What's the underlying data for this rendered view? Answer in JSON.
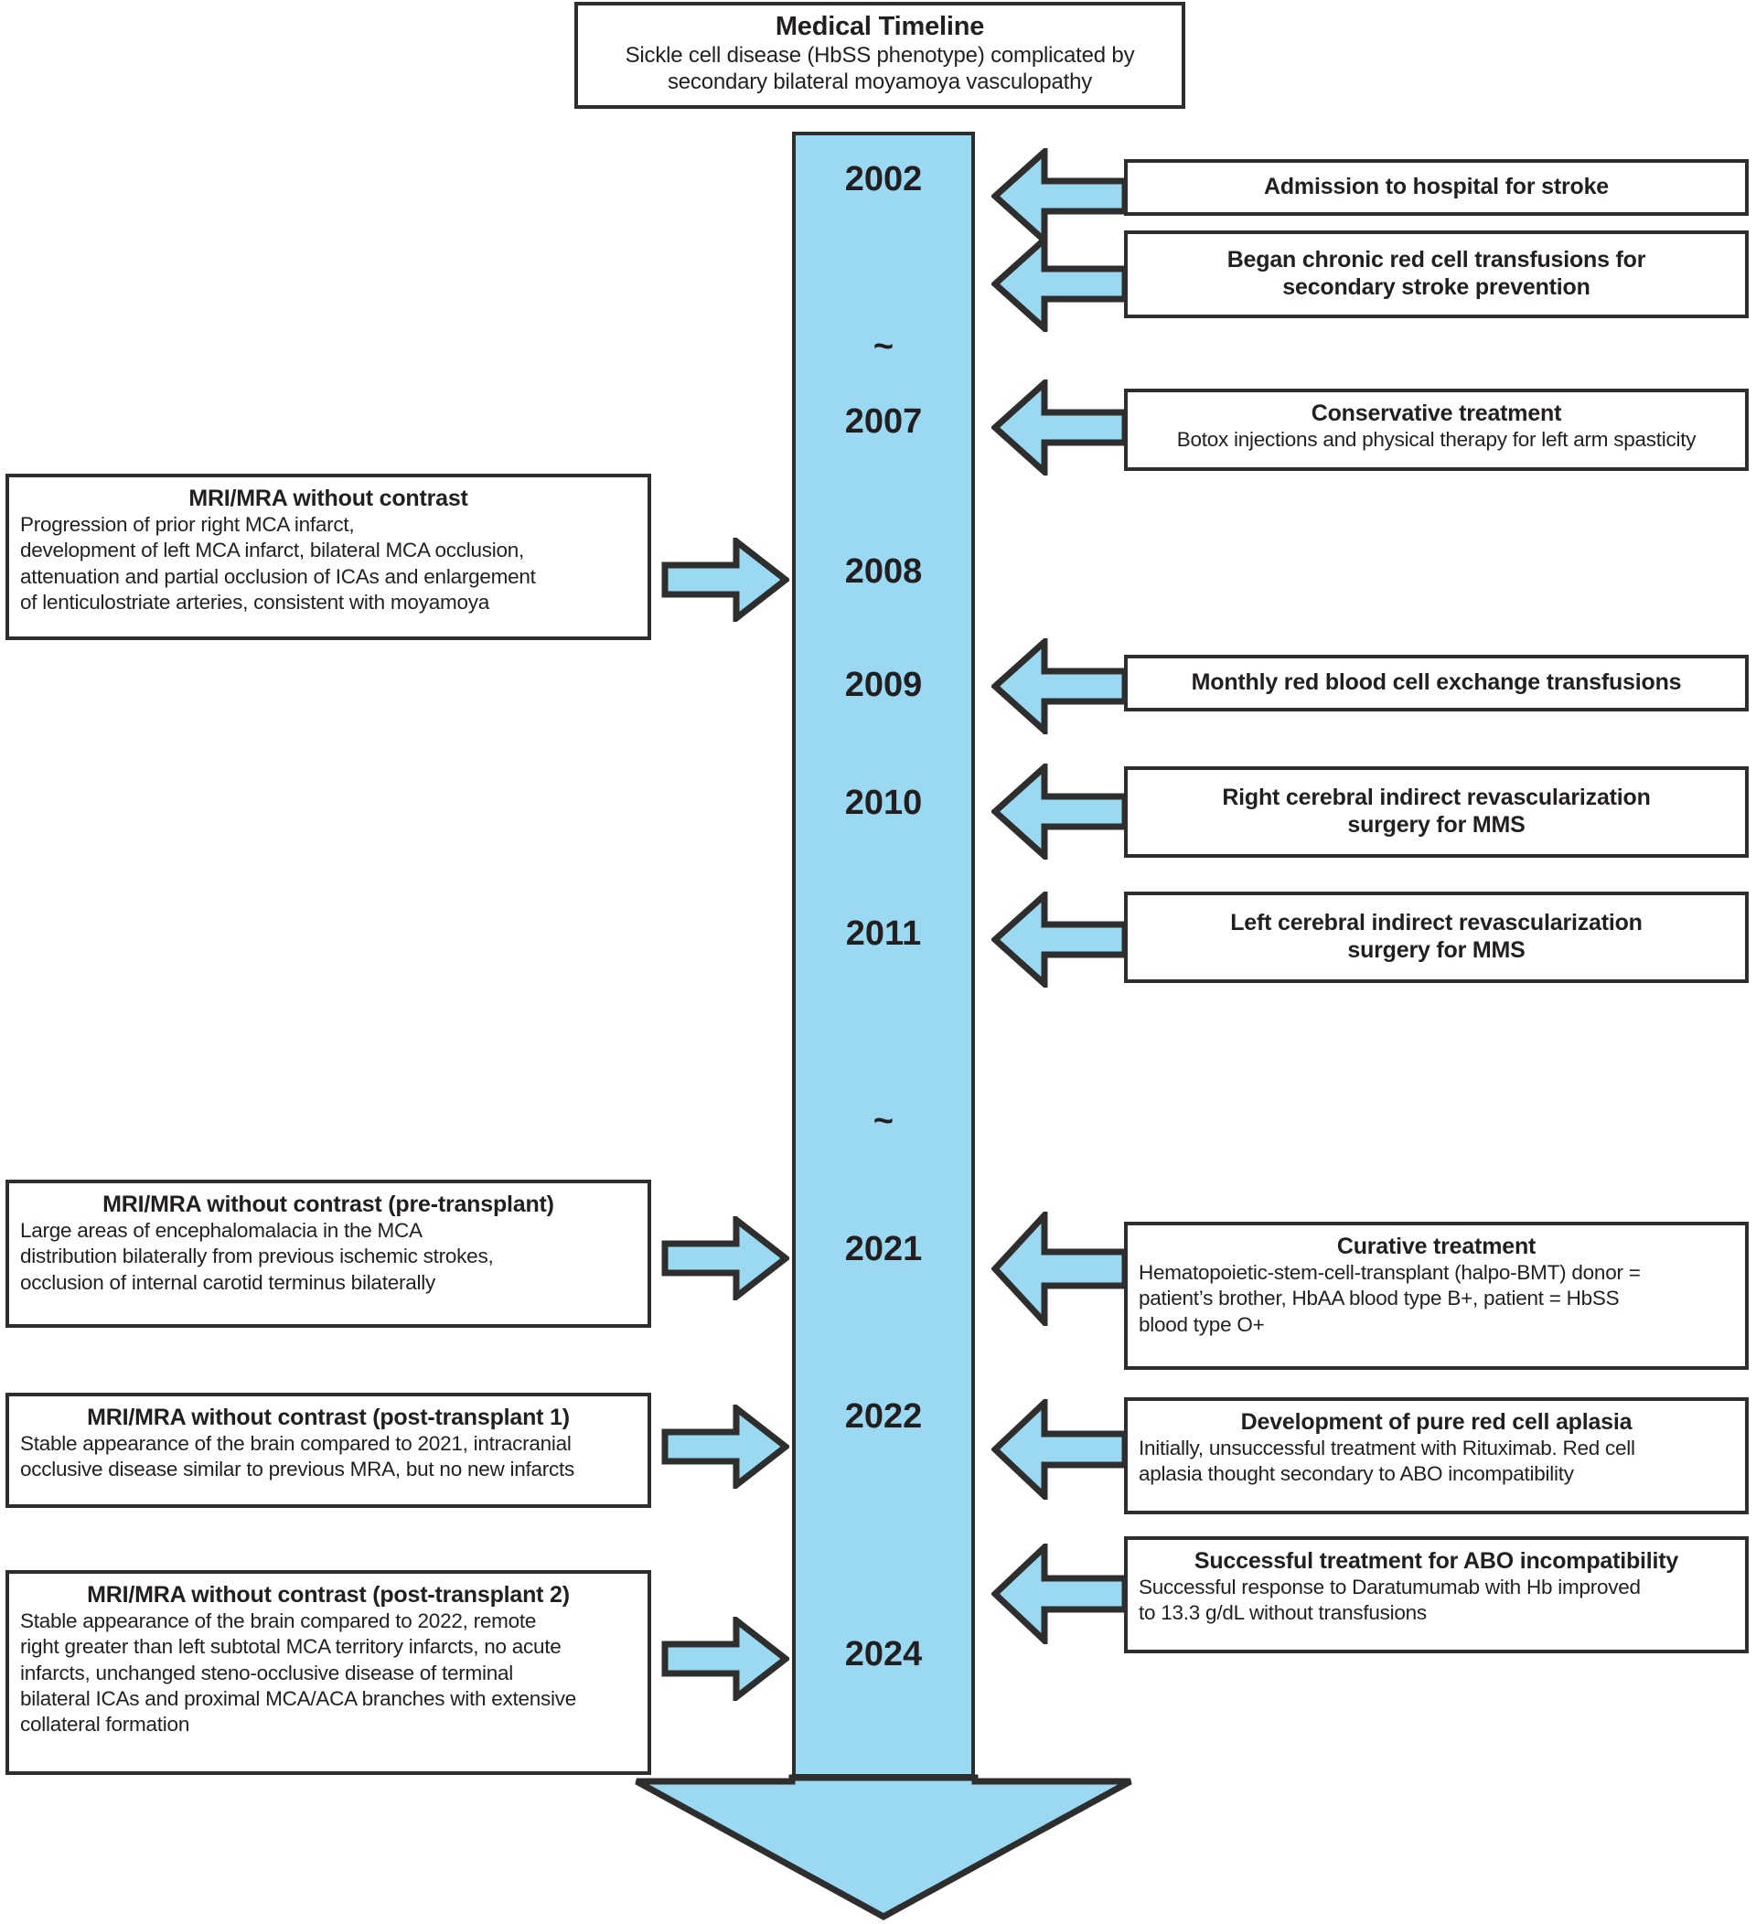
{
  "header": {
    "title": "Medical Timeline",
    "subtitle_line1": "Sickle cell disease (HbSS phenotype) complicated by",
    "subtitle_line2": "secondary bilateral moyamoya vasculopathy"
  },
  "colors": {
    "spine_fill": "#9bd9f2",
    "outline": "#2e2e2e",
    "box_fill": "#ffffff",
    "text": "#231f20"
  },
  "timeline": {
    "markers": [
      {
        "label": "2002",
        "kind": "year"
      },
      {
        "label": "~",
        "kind": "gap"
      },
      {
        "label": "2007",
        "kind": "year"
      },
      {
        "label": "2008",
        "kind": "year"
      },
      {
        "label": "2009",
        "kind": "year"
      },
      {
        "label": "2010",
        "kind": "year"
      },
      {
        "label": "2011",
        "kind": "year"
      },
      {
        "label": "~",
        "kind": "gap"
      },
      {
        "label": "2021",
        "kind": "year"
      },
      {
        "label": "2022",
        "kind": "year"
      },
      {
        "label": "2024",
        "kind": "year"
      }
    ]
  },
  "right_events": [
    {
      "year": "2002",
      "heading": "Admission to hospital for stroke",
      "body": []
    },
    {
      "year": "2002",
      "heading": "Began chronic red cell transfusions for",
      "heading2": "secondary stroke prevention",
      "body": []
    },
    {
      "year": "2007",
      "heading": "Conservative treatment",
      "body": [
        "Botox injections and physical therapy for left arm spasticity"
      ]
    },
    {
      "year": "2009",
      "heading": "Monthly red blood cell exchange transfusions",
      "body": []
    },
    {
      "year": "2010",
      "heading": "Right cerebral indirect revascularization",
      "heading2": "surgery for MMS",
      "body": []
    },
    {
      "year": "2011",
      "heading": "Left cerebral indirect revascularization",
      "heading2": "surgery for MMS",
      "body": []
    },
    {
      "year": "2021",
      "heading": "Curative treatment",
      "body": [
        "Hematopoietic-stem-cell-transplant (halpo-BMT) donor =",
        "patient’s brother, HbAA blood type B+, patient = HbSS",
        "blood type O+"
      ]
    },
    {
      "year": "2022",
      "heading": "Development of pure red cell aplasia",
      "body": [
        "Initially, unsuccessful treatment with Rituximab. Red cell",
        "aplasia thought secondary to ABO incompatibility"
      ]
    },
    {
      "year": "2022",
      "heading": "Successful treatment for ABO incompatibility",
      "body": [
        "Successful response to Daratumumab with Hb improved",
        "to 13.3 g/dL without transfusions"
      ]
    }
  ],
  "left_events": [
    {
      "year": "2008",
      "heading": "MRI/MRA without contrast",
      "body": [
        "Progression of prior right MCA infarct,",
        "development of left MCA infarct, bilateral MCA occlusion,",
        "attenuation and partial occlusion of ICAs and enlargement",
        "of lenticulostriate arteries, consistent with moyamoya"
      ]
    },
    {
      "year": "2021",
      "heading": "MRI/MRA without contrast (pre-transplant)",
      "body": [
        "Large areas of encephalomalacia in the MCA",
        "distribution bilaterally from previous ischemic strokes,",
        "occlusion of internal carotid terminus bilaterally"
      ]
    },
    {
      "year": "2022",
      "heading": "MRI/MRA without contrast (post-transplant 1)",
      "body": [
        "Stable appearance of the brain compared to 2021, intracranial",
        "occlusive disease similar to previous MRA, but no new infarcts"
      ]
    },
    {
      "year": "2024",
      "heading": "MRI/MRA without contrast (post-transplant 2)",
      "body": [
        "Stable appearance of the brain compared to 2022, remote",
        "right greater than left subtotal MCA territory infarcts, no acute",
        "infarcts, unchanged steno-occlusive disease of terminal",
        "bilateral ICAs and proximal MCA/ACA branches with extensive",
        "collateral formation"
      ]
    }
  ]
}
